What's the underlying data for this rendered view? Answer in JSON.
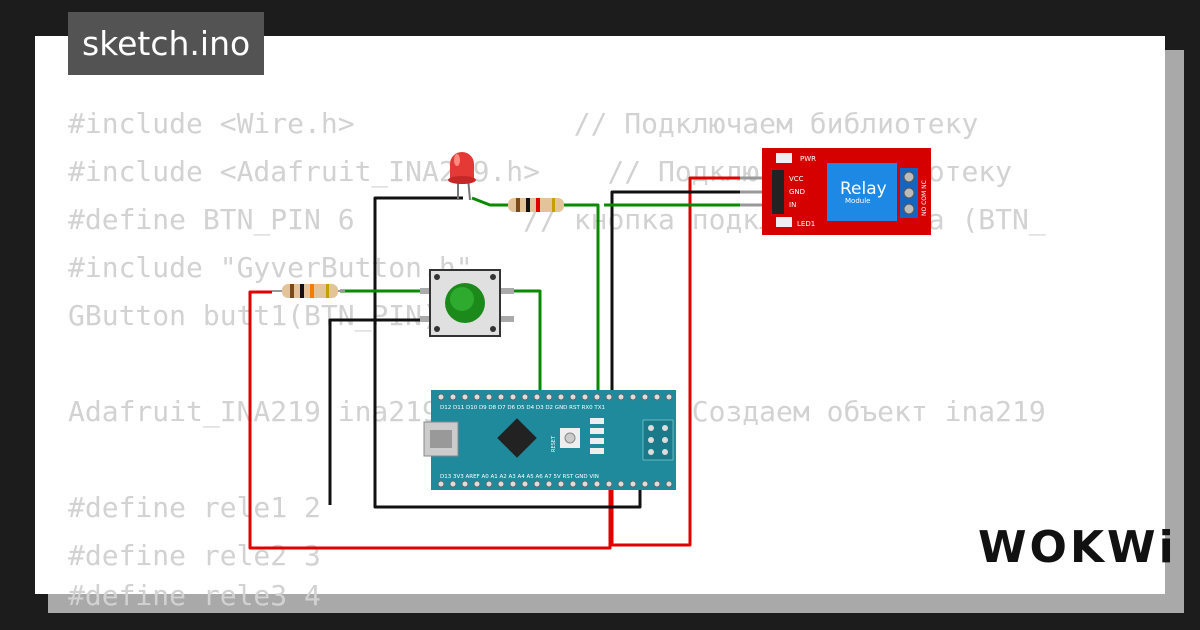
{
  "tab": {
    "title": "sketch.ino"
  },
  "code_lines": [
    "#include <Wire.h>             // Подключаем библиотеку",
    "#include <Adafruit_INA219.h>    // Подключаем библиотеку",
    "#define BTN_PIN 6          // кнопка подключена сюда (BTN_",
    "#include \"GyverButton.h\"",
    "GButton butt1(BTN_PIN);",
    "",
    "Adafruit_INA219 ina219;           // Создаем объект ina219",
    "",
    "#define rele1 2",
    "#define rele2 3",
    "#define rele3 4"
  ],
  "relay": {
    "title": "Relay",
    "subtitle": "Module",
    "pins": [
      "VCC",
      "GND",
      "IN"
    ],
    "leds": [
      "PWR",
      "LED1"
    ],
    "terminals": "NO COM NC"
  },
  "arduino": {
    "top_pins": "D12 D11 D10 D9 D8 D7 D6 D5 D4 D3 D2 GND RST RX0 TX1",
    "bottom_pins": "D13 3V3 AREF A0 A1 A2 A3 A4 A5 A6 A7 5V RST GND VIN",
    "button_label": "RESET",
    "leds": [
      "L",
      "PWR",
      "TX",
      "RX"
    ]
  },
  "logo": "WOKWi",
  "colors": {
    "wire_red": "#e00000",
    "wire_black": "#111111",
    "wire_green": "#0a8a00",
    "board": "#1f8a9c",
    "relay": "#d50000",
    "relay_module": "#1e88e5"
  }
}
